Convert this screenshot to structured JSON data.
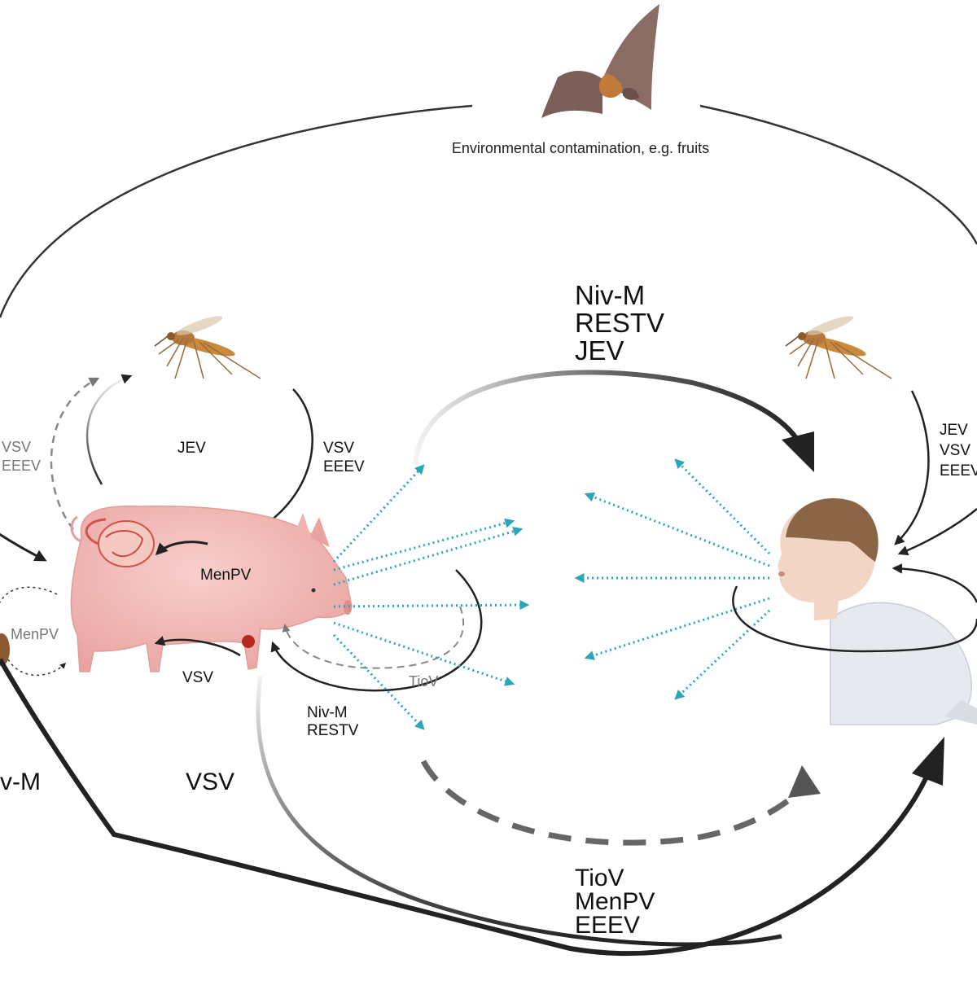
{
  "environment_label": "Environmental contamination, e.g. fruits",
  "top_center": {
    "line1": "Niv-M",
    "line2": "RESTV",
    "line3": "JEV"
  },
  "pig_mosquito": {
    "left_vsv": "VSV",
    "left_eeev": "EEEV",
    "jev": "JEV",
    "right_vsv": "VSV",
    "right_eeev": "EEEV"
  },
  "human_mosquito": {
    "jev": "JEV",
    "vsv": "VSV",
    "eeev": "EEEV"
  },
  "pig_labels": {
    "menpv_uterus": "MenPV",
    "menpv_rodent": "MenPV",
    "vsv_loop": "VSV",
    "tiov": "TioV",
    "nivm": "Niv-M",
    "restv": "RESTV"
  },
  "lower_left": {
    "nivm_partial": "v-M",
    "vsv": "VSV"
  },
  "bottom_center": {
    "line1": "TioV",
    "line2": "MenPV",
    "line3": "EEEV"
  },
  "icons": [
    "bat-icon",
    "mosquito-icon",
    "pig-icon",
    "human-icon",
    "rodent-icon"
  ],
  "colors": {
    "arrow": "#222222",
    "aerosol": "#2aa6b8",
    "pig": "#f2b8b5",
    "bat": "#7a5e57",
    "mosquito": "#c98a3e"
  }
}
